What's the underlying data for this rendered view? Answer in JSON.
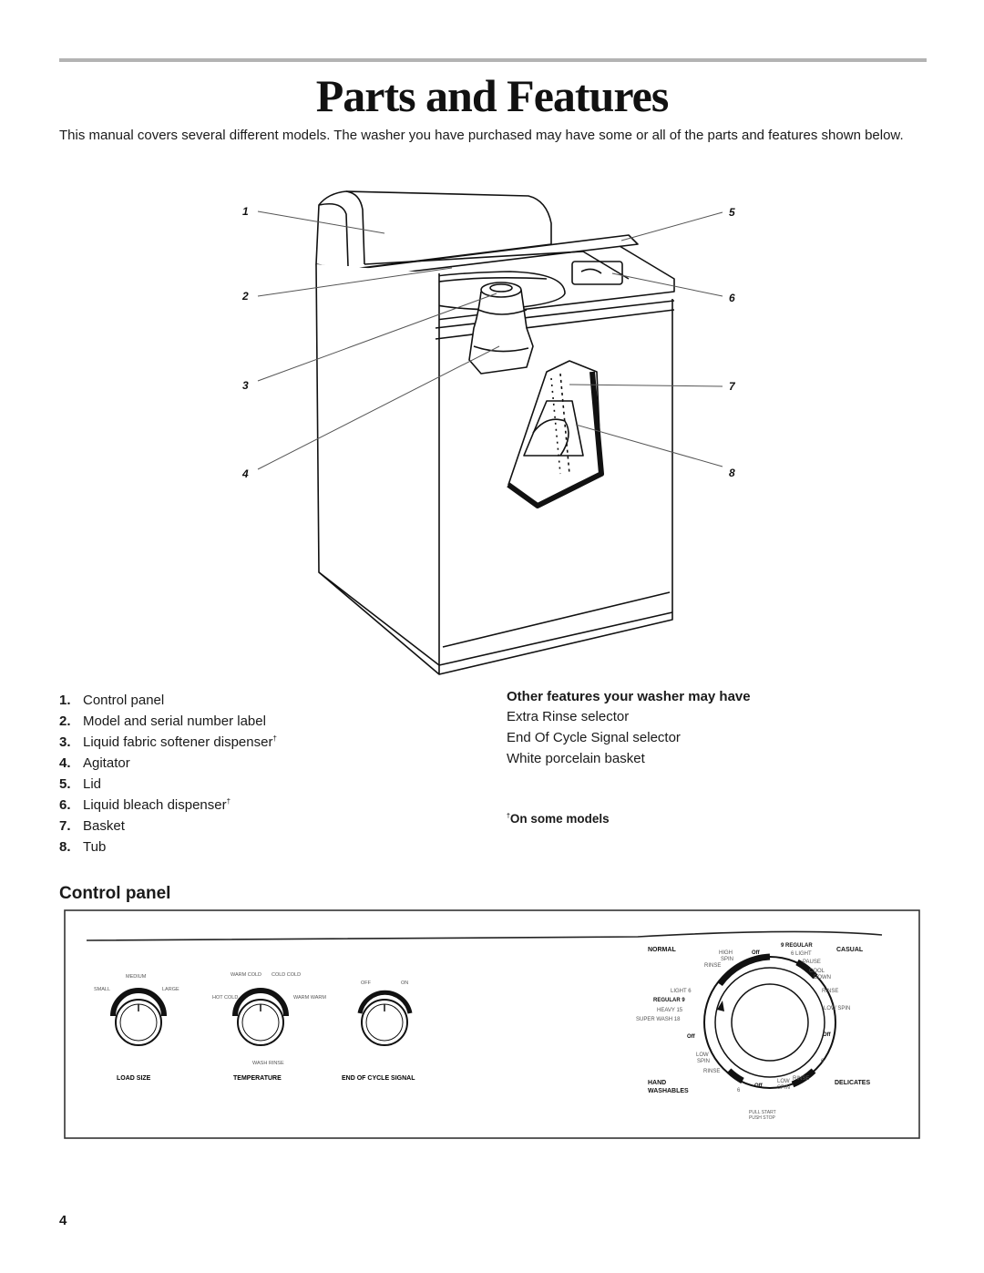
{
  "page": {
    "title": "Parts and Features",
    "intro": "This manual covers several different models. The washer you have purchased may have some or all of the parts and features shown below.",
    "page_number": "4"
  },
  "diagram": {
    "callouts": [
      "1",
      "2",
      "3",
      "4",
      "5",
      "6",
      "7",
      "8"
    ]
  },
  "parts": [
    {
      "num": "1.",
      "label": "Control panel",
      "mark": ""
    },
    {
      "num": "2.",
      "label": "Model and serial number label",
      "mark": ""
    },
    {
      "num": "3.",
      "label": "Liquid fabric softener dispenser",
      "mark": "†"
    },
    {
      "num": "4.",
      "label": "Agitator",
      "mark": ""
    },
    {
      "num": "5.",
      "label": "Lid",
      "mark": ""
    },
    {
      "num": "6.",
      "label": "Liquid bleach dispenser",
      "mark": "†"
    },
    {
      "num": "7.",
      "label": "Basket",
      "mark": ""
    },
    {
      "num": "8.",
      "label": "Tub",
      "mark": ""
    }
  ],
  "other_features": {
    "heading": "Other features your washer may have",
    "items": [
      "Extra Rinse selector",
      "End Of Cycle Signal selector",
      "White porcelain basket"
    ]
  },
  "footnote": {
    "mark": "†",
    "text": "On some models"
  },
  "control_panel": {
    "heading": "Control panel",
    "load_size": {
      "label": "LOAD SIZE",
      "small": "SMALL",
      "medium": "MEDIUM",
      "large": "LARGE"
    },
    "temperature": {
      "label": "TEMPERATURE",
      "warm_cold": "WARM COLD",
      "cold_cold": "COLD COLD",
      "hot_cold": "HOT COLD",
      "warm_warm": "WARM WARM",
      "wash_rinse": "WASH RINSE"
    },
    "end_of_cycle": {
      "label": "END OF CYCLE SIGNAL",
      "off": "OFF",
      "on": "ON"
    },
    "cycle": {
      "normal": "NORMAL",
      "casual": "CASUAL",
      "hand_washables_1": "HAND",
      "hand_washables_2": "WASHABLES",
      "delicates": "DELICATES",
      "regular_top": "9 REGULAR",
      "light_top": "6 LIGHT",
      "pause": "PAUSE",
      "cool_down_1": "COOL",
      "cool_down_2": "DOWN",
      "rinse": "RINSE",
      "low_spin": "LOW SPIN",
      "high_spin_1": "HIGH",
      "high_spin_2": "SPIN",
      "off": "Off",
      "light_6": "LIGHT 6",
      "regular_9": "REGULAR 9",
      "heavy_15": "HEAVY 15",
      "super_wash_18": "SUPER WASH 18",
      "low_1": "LOW",
      "spin": "SPIN",
      "six": "6",
      "pull_start": "PULL START",
      "push_stop": "PUSH STOP"
    }
  }
}
